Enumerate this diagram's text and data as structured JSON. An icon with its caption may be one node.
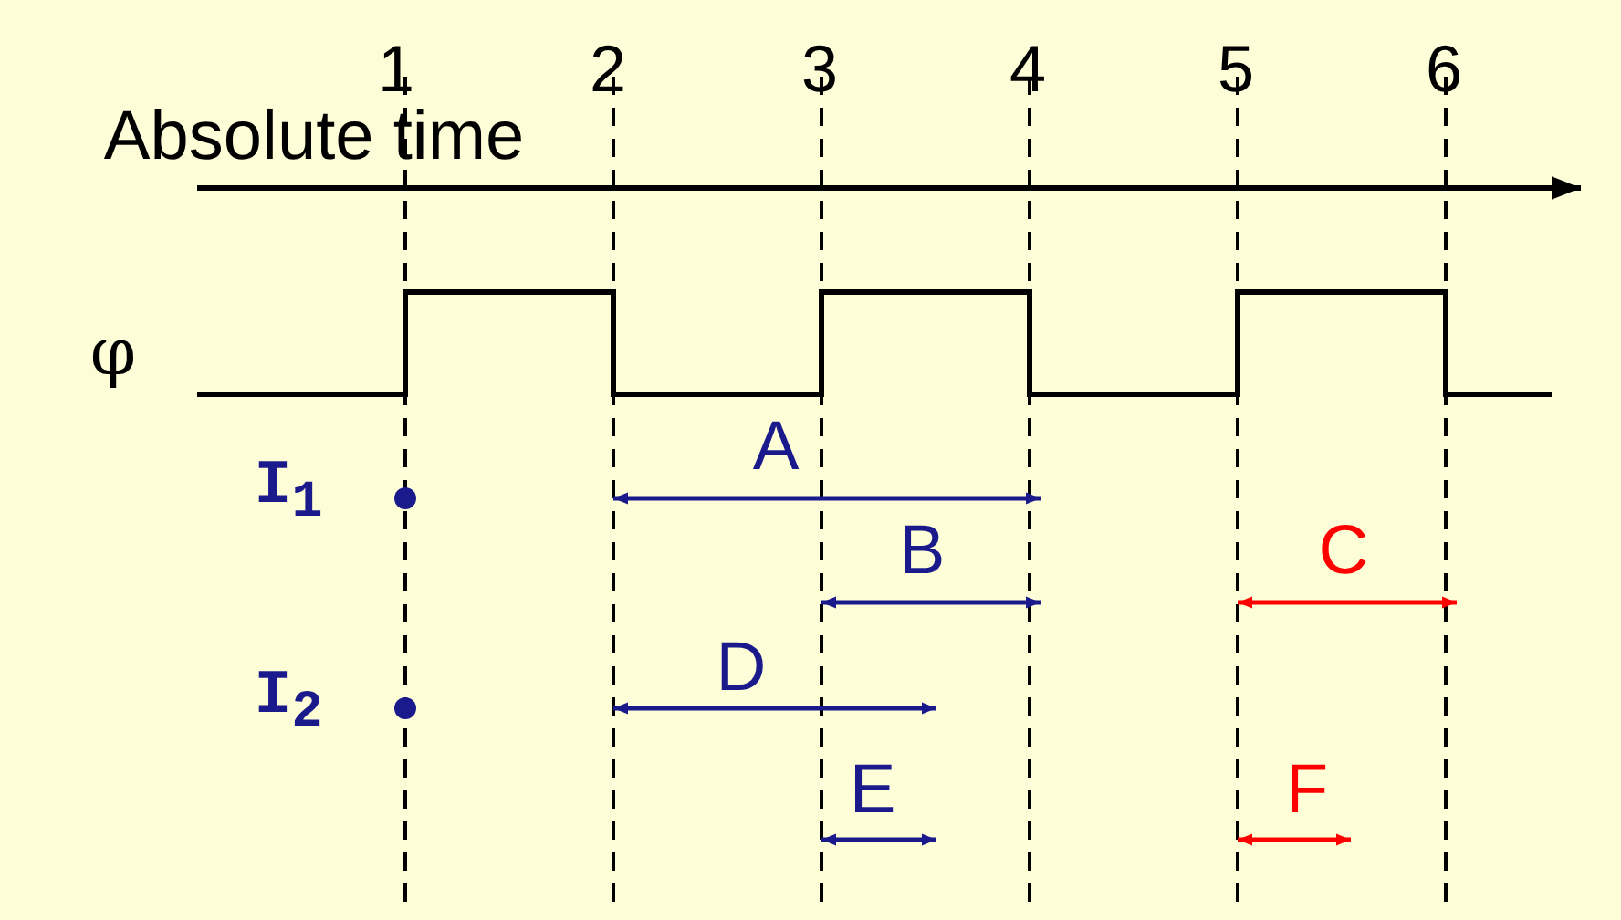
{
  "diagram": {
    "labels": [
      "1",
      "2",
      "3",
      "4",
      "5",
      "6",
      "Absolute time",
      "φ",
      "A",
      "I$_{1}$",
      "B",
      "C",
      "D",
      "I$_{2}$",
      "E",
      "F"
    ]
  }
}
